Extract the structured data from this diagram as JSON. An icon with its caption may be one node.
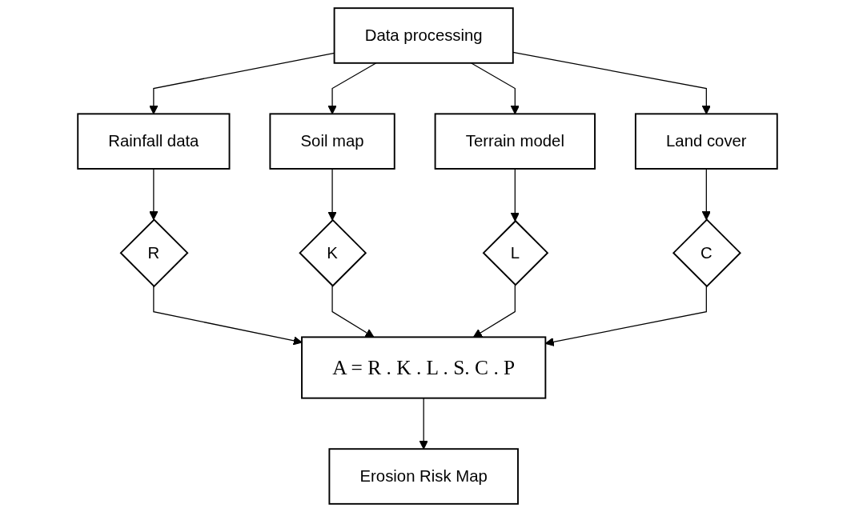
{
  "diagram": {
    "nodes": [
      {
        "text": [
          "Data processing"
        ]
      },
      {
        "text": [
          "Rainfall data"
        ]
      },
      {
        "text": [
          "Soil map"
        ]
      },
      {
        "text": [
          "Terrain model"
        ]
      },
      {
        "text": [
          "Land cover"
        ]
      },
      {
        "text": [
          "R"
        ]
      },
      {
        "text": [
          "K"
        ]
      },
      {
        "text": [
          "L"
        ]
      },
      {
        "text": [
          "C"
        ]
      },
      {
        "text": [
          "A = R .  K . L . S. C . P"
        ]
      },
      {
        "text": [
          "Erosion Risk Map"
        ]
      }
    ],
    "edges": [
      {
        "from": 0,
        "to": 1,
        "arrow": "to"
      },
      {
        "from": 0,
        "to": 2,
        "arrow": "to"
      },
      {
        "from": 0,
        "to": 3,
        "arrow": "to"
      },
      {
        "from": 0,
        "to": 4,
        "arrow": "to"
      },
      {
        "from": 1,
        "to": 5,
        "arrow": "to"
      },
      {
        "from": 2,
        "to": 6,
        "arrow": "to"
      },
      {
        "from": 3,
        "to": 7,
        "arrow": "to"
      },
      {
        "from": 4,
        "to": 8,
        "arrow": "to"
      },
      {
        "from": 5,
        "to": 9,
        "arrow": "to"
      },
      {
        "from": 6,
        "to": 9,
        "arrow": "to"
      },
      {
        "from": 7,
        "to": 9,
        "arrow": "to"
      },
      {
        "from": 8,
        "to": 9,
        "arrow": "to"
      },
      {
        "from": 9,
        "to": 10,
        "arrow": "to"
      }
    ]
  }
}
